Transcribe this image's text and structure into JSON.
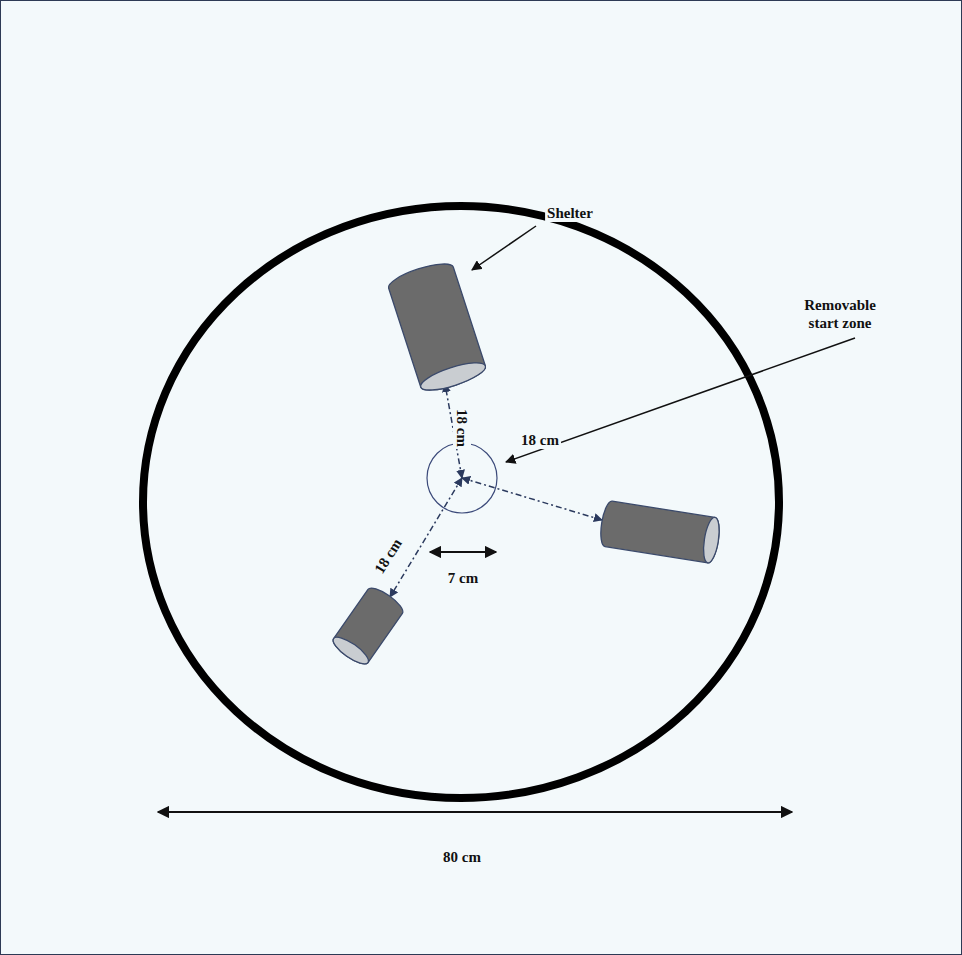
{
  "diagram": {
    "labels": [
      "Shelter",
      "Removable start zone",
      "18 cm",
      "18 cm",
      "18 cm",
      "7 cm",
      "80 cm"
    ]
  }
}
